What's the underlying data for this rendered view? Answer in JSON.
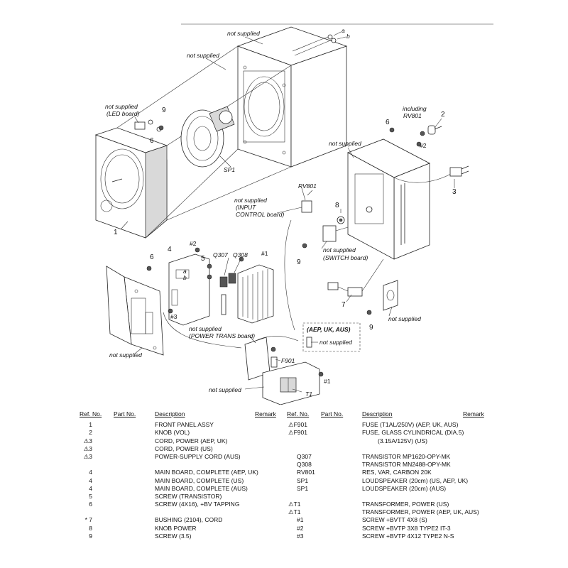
{
  "diagram": {
    "callouts": {
      "not_supplied": "not supplied",
      "led_board_line1": "not supplied",
      "led_board_line2": "(LED board)",
      "including_line1": "including",
      "including_line2": "RV801",
      "rv801": "RV801",
      "input_line1": "not supplied",
      "input_line2": "(INPUT",
      "input_line3": "CONTROL board)",
      "switch_line1": "not supplied",
      "switch_line2": "(SWITCH board)",
      "power_trans_line1": "not supplied",
      "power_trans_line2": "(POWER TRANS board)",
      "region_box": "(AEP, UK, AUS)",
      "sp1": "SP1",
      "q307": "Q307",
      "q308": "Q308",
      "f901": "F901",
      "t1": "T1",
      "wire_a": "a",
      "wire_b": "b"
    },
    "numbers": {
      "n1": "1",
      "n2": "2",
      "n3": "3",
      "n4": "4",
      "n5": "5",
      "n6": "6",
      "n7": "7",
      "n8": "8",
      "n9": "9",
      "h1": "#1",
      "h2": "#2",
      "h3": "#3"
    }
  },
  "parts_list": {
    "headers": {
      "ref_no": "Ref. No.",
      "part_no": "Part No.",
      "description": "Description",
      "remark": "Remark"
    },
    "left": [
      {
        "ref": "1",
        "desc": "FRONT PANEL ASSY"
      },
      {
        "ref": "2",
        "desc": "KNOB (VOL)"
      },
      {
        "ref": "⚠3",
        "desc": "CORD, POWER (AEP, UK)"
      },
      {
        "ref": "⚠3",
        "desc": "CORD, POWER (US)"
      },
      {
        "ref": "⚠3",
        "desc": "POWER-SUPPLY CORD (AUS)"
      },
      {
        "ref": "",
        "desc": ""
      },
      {
        "ref": "4",
        "desc": "MAIN BOARD, COMPLETE (AEP, UK)"
      },
      {
        "ref": "4",
        "desc": "MAIN BOARD, COMPLETE (US)"
      },
      {
        "ref": "4",
        "desc": "MAIN BOARD, COMPLETE (AUS)"
      },
      {
        "ref": "5",
        "desc": "SCREW (TRANSISTOR)"
      },
      {
        "ref": "6",
        "desc": "SCREW (4X16), +BV TAPPING"
      },
      {
        "ref": "",
        "desc": ""
      },
      {
        "ref": "* 7",
        "desc": "BUSHING (2104), CORD"
      },
      {
        "ref": "8",
        "desc": "KNOB POWER"
      },
      {
        "ref": "9",
        "desc": "SCREW (3.5)"
      }
    ],
    "right": [
      {
        "ref": "⚠F901",
        "desc": "FUSE (T1AL/250V) (AEP, UK, AUS)"
      },
      {
        "ref": "⚠F901",
        "desc": "FUSE, GLASS CYLINDRICAL (DIA.5)"
      },
      {
        "ref": "",
        "desc": "(3.15A/125V) (US)",
        "indent": true
      },
      {
        "ref": "",
        "desc": ""
      },
      {
        "ref": "",
        "desc": ""
      },
      {
        "ref": "Q307",
        "desc": "TRANSISTOR   MP1620-OPY-MK"
      },
      {
        "ref": "Q308",
        "desc": "TRANSISTOR   MN2488-OPY-MK"
      },
      {
        "ref": "RV801",
        "desc": "RES, VAR, CARBON 20K"
      },
      {
        "ref": "SP1",
        "desc": "LOUDSPEAKER (20cm) (US, AEP, UK)"
      },
      {
        "ref": "SP1",
        "desc": "LOUDSPEAKER (20cm) (AUS)"
      },
      {
        "ref": "",
        "desc": ""
      },
      {
        "ref": "⚠T1",
        "desc": "TRANSFORMER, POWER (US)"
      },
      {
        "ref": "⚠T1",
        "desc": "TRANSFORMER, POWER (AEP, UK, AUS)"
      },
      {
        "ref": "#1",
        "desc": "SCREW +BVTT 4X8 (S)"
      },
      {
        "ref": "#2",
        "desc": "SCREW +BVTP 3X8 TYPE2 IT-3"
      },
      {
        "ref": "#3",
        "desc": "SCREW +BVTP 4X12 TYPE2 N-S"
      }
    ]
  }
}
